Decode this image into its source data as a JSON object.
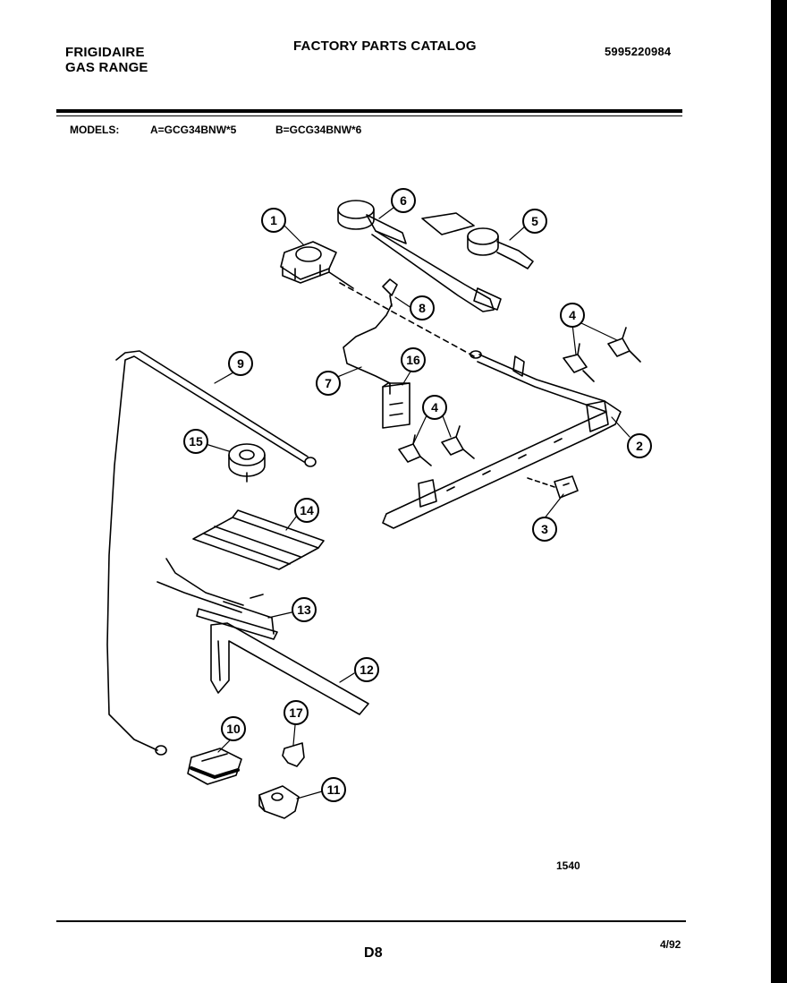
{
  "header": {
    "brand": "FRIGIDAIRE",
    "product": "GAS RANGE",
    "catalog_title": "FACTORY PARTS CATALOG",
    "catalog_number": "5995220984"
  },
  "models": {
    "label": "MODELS:",
    "model_a": "A=GCG34BNW*5",
    "model_b": "B=GCG34BNW*6"
  },
  "diagram": {
    "callouts": [
      "1",
      "6",
      "5",
      "8",
      "4",
      "7",
      "16",
      "9",
      "4",
      "2",
      "15",
      "14",
      "3",
      "13",
      "12",
      "17",
      "10",
      "11"
    ],
    "figure_number": "1540"
  },
  "footer": {
    "page_code": "D8",
    "date": "4/92"
  }
}
